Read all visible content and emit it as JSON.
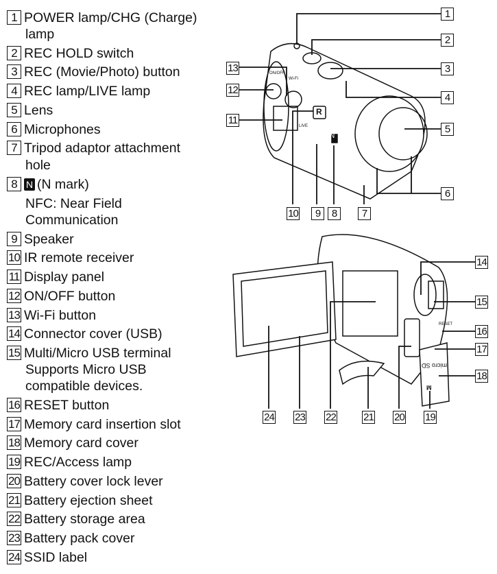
{
  "items": [
    {
      "n": "1",
      "lines": [
        "POWER lamp/CHG (Charge)",
        "lamp"
      ]
    },
    {
      "n": "2",
      "lines": [
        "REC HOLD switch"
      ]
    },
    {
      "n": "3",
      "lines": [
        "REC (Movie/Photo) button"
      ]
    },
    {
      "n": "4",
      "lines": [
        "REC lamp/LIVE lamp"
      ]
    },
    {
      "n": "5",
      "lines": [
        "Lens"
      ]
    },
    {
      "n": "6",
      "lines": [
        "Microphones"
      ]
    },
    {
      "n": "7",
      "lines": [
        "Tripod adaptor attachment",
        "hole"
      ]
    },
    {
      "n": "8",
      "lines": [
        "(N mark)",
        "NFC: Near Field",
        "Communication"
      ],
      "icon": "N"
    },
    {
      "n": "9",
      "lines": [
        "Speaker"
      ]
    },
    {
      "n": "10",
      "lines": [
        "IR remote receiver"
      ]
    },
    {
      "n": "11",
      "lines": [
        "Display panel"
      ]
    },
    {
      "n": "12",
      "lines": [
        "ON/OFF button"
      ]
    },
    {
      "n": "13",
      "lines": [
        "Wi-Fi button"
      ]
    },
    {
      "n": "14",
      "lines": [
        "Connector cover (USB)"
      ]
    },
    {
      "n": "15",
      "lines": [
        "Multi/Micro USB terminal",
        "Supports Micro USB",
        "compatible devices."
      ]
    },
    {
      "n": "16",
      "lines": [
        "RESET button"
      ]
    },
    {
      "n": "17",
      "lines": [
        "Memory card insertion slot"
      ]
    },
    {
      "n": "18",
      "lines": [
        "Memory card cover"
      ]
    },
    {
      "n": "19",
      "lines": [
        "REC/Access lamp"
      ]
    },
    {
      "n": "20",
      "lines": [
        "Battery cover lock lever"
      ]
    },
    {
      "n": "21",
      "lines": [
        "Battery ejection sheet"
      ]
    },
    {
      "n": "22",
      "lines": [
        "Battery storage area"
      ]
    },
    {
      "n": "23",
      "lines": [
        "Battery pack cover"
      ]
    },
    {
      "n": "24",
      "lines": [
        "SSID label"
      ]
    }
  ],
  "diagram_labels": {
    "on_off": "ON/OFF",
    "wifi": "Wi-Fi",
    "live": "LIVE",
    "ir": "R",
    "nfc": "N",
    "reset": "RESET",
    "micro_sd": "micro SD",
    "m": "M"
  }
}
